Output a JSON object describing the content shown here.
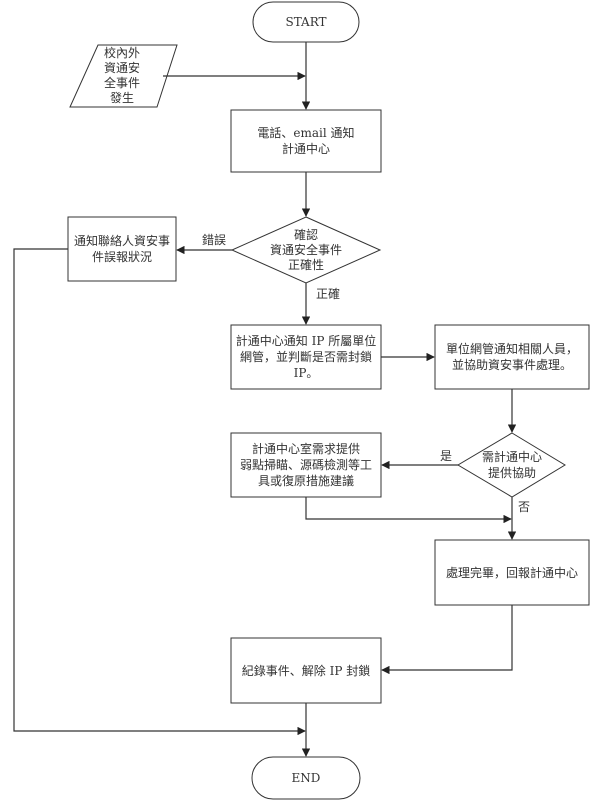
{
  "diagram": {
    "type": "flowchart",
    "nodes": {
      "start": {
        "shape": "terminator",
        "text": "START"
      },
      "incident_input": {
        "shape": "parallelogram",
        "text": "校內外\n資通安\n全事件\n發生"
      },
      "notify_center": {
        "shape": "process",
        "text": "電話、email 通知\n計通中心"
      },
      "confirm_decision": {
        "shape": "decision",
        "text": "確認\n資通安全事件\n正確性"
      },
      "false_report": {
        "shape": "process",
        "text": "通知聯絡人資安事\n件誤報狀況"
      },
      "center_notify_ip": {
        "shape": "process",
        "text": "計通中心通知 IP 所屬單位\n網管，並判斷是否需封鎖\nIP。"
      },
      "unit_admin_notify": {
        "shape": "process",
        "text": "單位網管通知相關人員，\n並協助資安事件處理。"
      },
      "need_help_decision": {
        "shape": "decision",
        "text": "需計通中心\n提供協助"
      },
      "center_provide_tools": {
        "shape": "process",
        "text": "計通中心室需求提供\n弱點掃瞄、源碼檢測等工\n具或復原措施建議"
      },
      "done_report": {
        "shape": "process",
        "text": "處理完畢，回報計通中心"
      },
      "record_unblock": {
        "shape": "process",
        "text": "紀錄事件、解除 IP 封鎖"
      },
      "end": {
        "shape": "terminator",
        "text": "END"
      }
    },
    "edge_labels": {
      "wrong": "錯誤",
      "correct": "正確",
      "yes": "是",
      "no": "否"
    },
    "edges": [
      {
        "from": "start",
        "to": "notify_center"
      },
      {
        "from": "incident_input",
        "to": "notify_center"
      },
      {
        "from": "notify_center",
        "to": "confirm_decision"
      },
      {
        "from": "confirm_decision",
        "to": "false_report",
        "label": "錯誤"
      },
      {
        "from": "confirm_decision",
        "to": "center_notify_ip",
        "label": "正確"
      },
      {
        "from": "center_notify_ip",
        "to": "unit_admin_notify"
      },
      {
        "from": "unit_admin_notify",
        "to": "need_help_decision"
      },
      {
        "from": "need_help_decision",
        "to": "center_provide_tools",
        "label": "是"
      },
      {
        "from": "need_help_decision",
        "to": "done_report",
        "label": "否"
      },
      {
        "from": "center_provide_tools",
        "to": "done_report"
      },
      {
        "from": "done_report",
        "to": "record_unblock"
      },
      {
        "from": "record_unblock",
        "to": "end"
      },
      {
        "from": "false_report",
        "to": "end"
      }
    ],
    "colors": {
      "line": "#333333",
      "box_border": "#333333",
      "fill": "#ffffff",
      "text": "#333333"
    }
  }
}
